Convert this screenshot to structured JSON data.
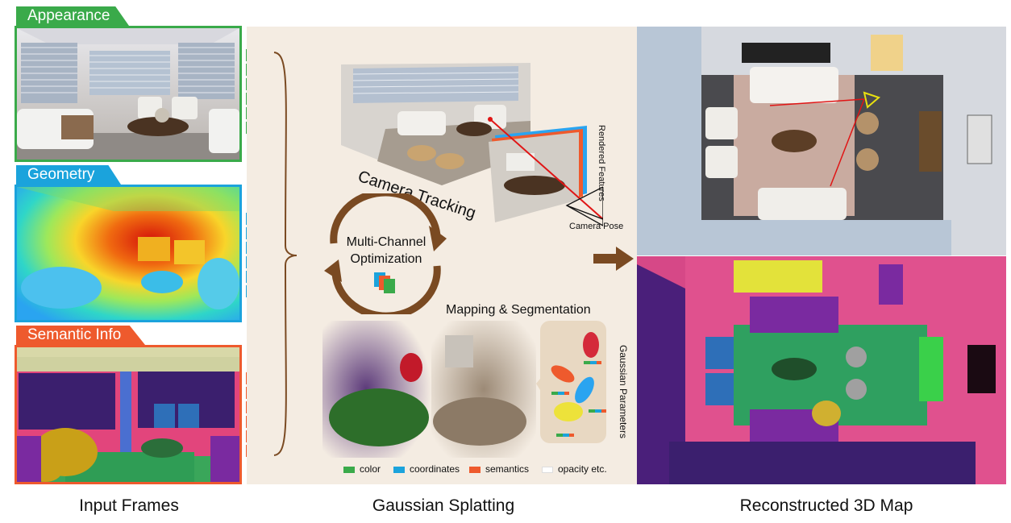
{
  "inputs": {
    "appearance_label": "Appearance",
    "geometry_label": "Geometry",
    "semantic_label": "Semantic Info",
    "caption": "Input Frames"
  },
  "splatting": {
    "camera_tracking": "Camera Tracking",
    "rendered_features": "Rendered Features",
    "camera_pose": "Camera Pose",
    "optimization_line1": "Multi-Channel",
    "optimization_line2": "Optimization",
    "mapping": "Mapping & Segmentation",
    "gaussian_parameters": "Gaussian Parameters",
    "legend": [
      {
        "label": "color",
        "color": "#3aaa4a"
      },
      {
        "label": "coordinates",
        "color": "#1ba3dc"
      },
      {
        "label": "semantics",
        "color": "#ee5a2d"
      },
      {
        "label": "opacity etc.",
        "color": "#ffffff"
      }
    ],
    "caption": "Gaussian Splatting"
  },
  "output": {
    "caption": "Reconstructed 3D Map"
  },
  "colors": {
    "appearance": "#3aaa4a",
    "geometry": "#1ba3dc",
    "semantic": "#ee5a2d",
    "arrow": "#7a4a22"
  }
}
